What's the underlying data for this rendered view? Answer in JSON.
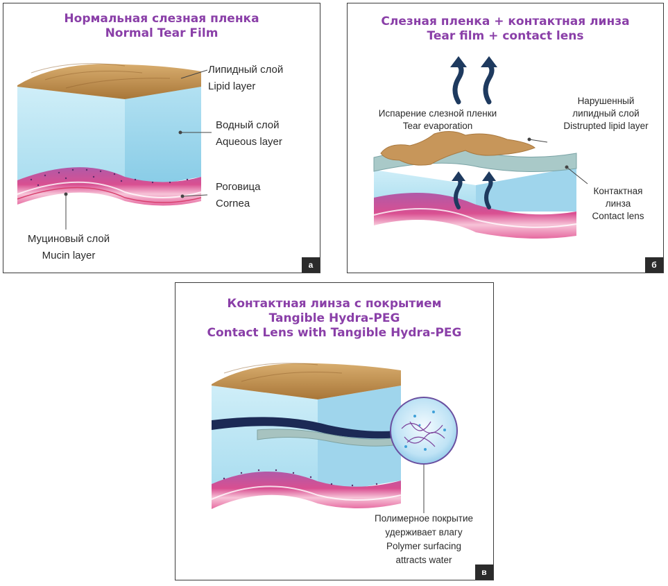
{
  "panels": {
    "a": {
      "title": [
        "Нормальная слезная пленка",
        "Normal Tear Film"
      ],
      "lipid_label": [
        "Липидный слой",
        "Lipid layer"
      ],
      "aqueous_label": [
        "Водный слой",
        "Aqueous layer"
      ],
      "cornea_label": [
        "Роговица",
        "Cornea"
      ],
      "mucin_label": [
        "Муциновый слой",
        "Mucin layer"
      ],
      "letter": "а"
    },
    "b": {
      "title": [
        "Слезная пленка + контактная линза",
        "Tear film + contact lens"
      ],
      "evaporation_label": [
        "Испарение слезной пленки",
        "Tear evaporation"
      ],
      "disrupted_label": [
        "Нарушенный",
        "липидный слой",
        "Distrupted lipid layer"
      ],
      "contact_lens_label": [
        "Контактная",
        "линза",
        "Contact lens"
      ],
      "letter": "б"
    },
    "c": {
      "title": [
        "Контактная линза с покрытием",
        "Tangible Hydra-PEG",
        "Contact Lens with Tangible Hydra-PEG"
      ],
      "polymer_label": [
        "Полимерное покрытие",
        "удерживает влагу",
        "Polymer surfacing",
        "attracts water"
      ],
      "letter": "в"
    }
  },
  "colors": {
    "title": "#8a3fa8",
    "lipid": "#c79a5a",
    "aqueous": "#bfe6f5",
    "cornea_pink": "#e0508f",
    "mucin_purple": "#9c4f9a",
    "lens": "#a9c9c8",
    "arrow": "#1e3a5f"
  }
}
